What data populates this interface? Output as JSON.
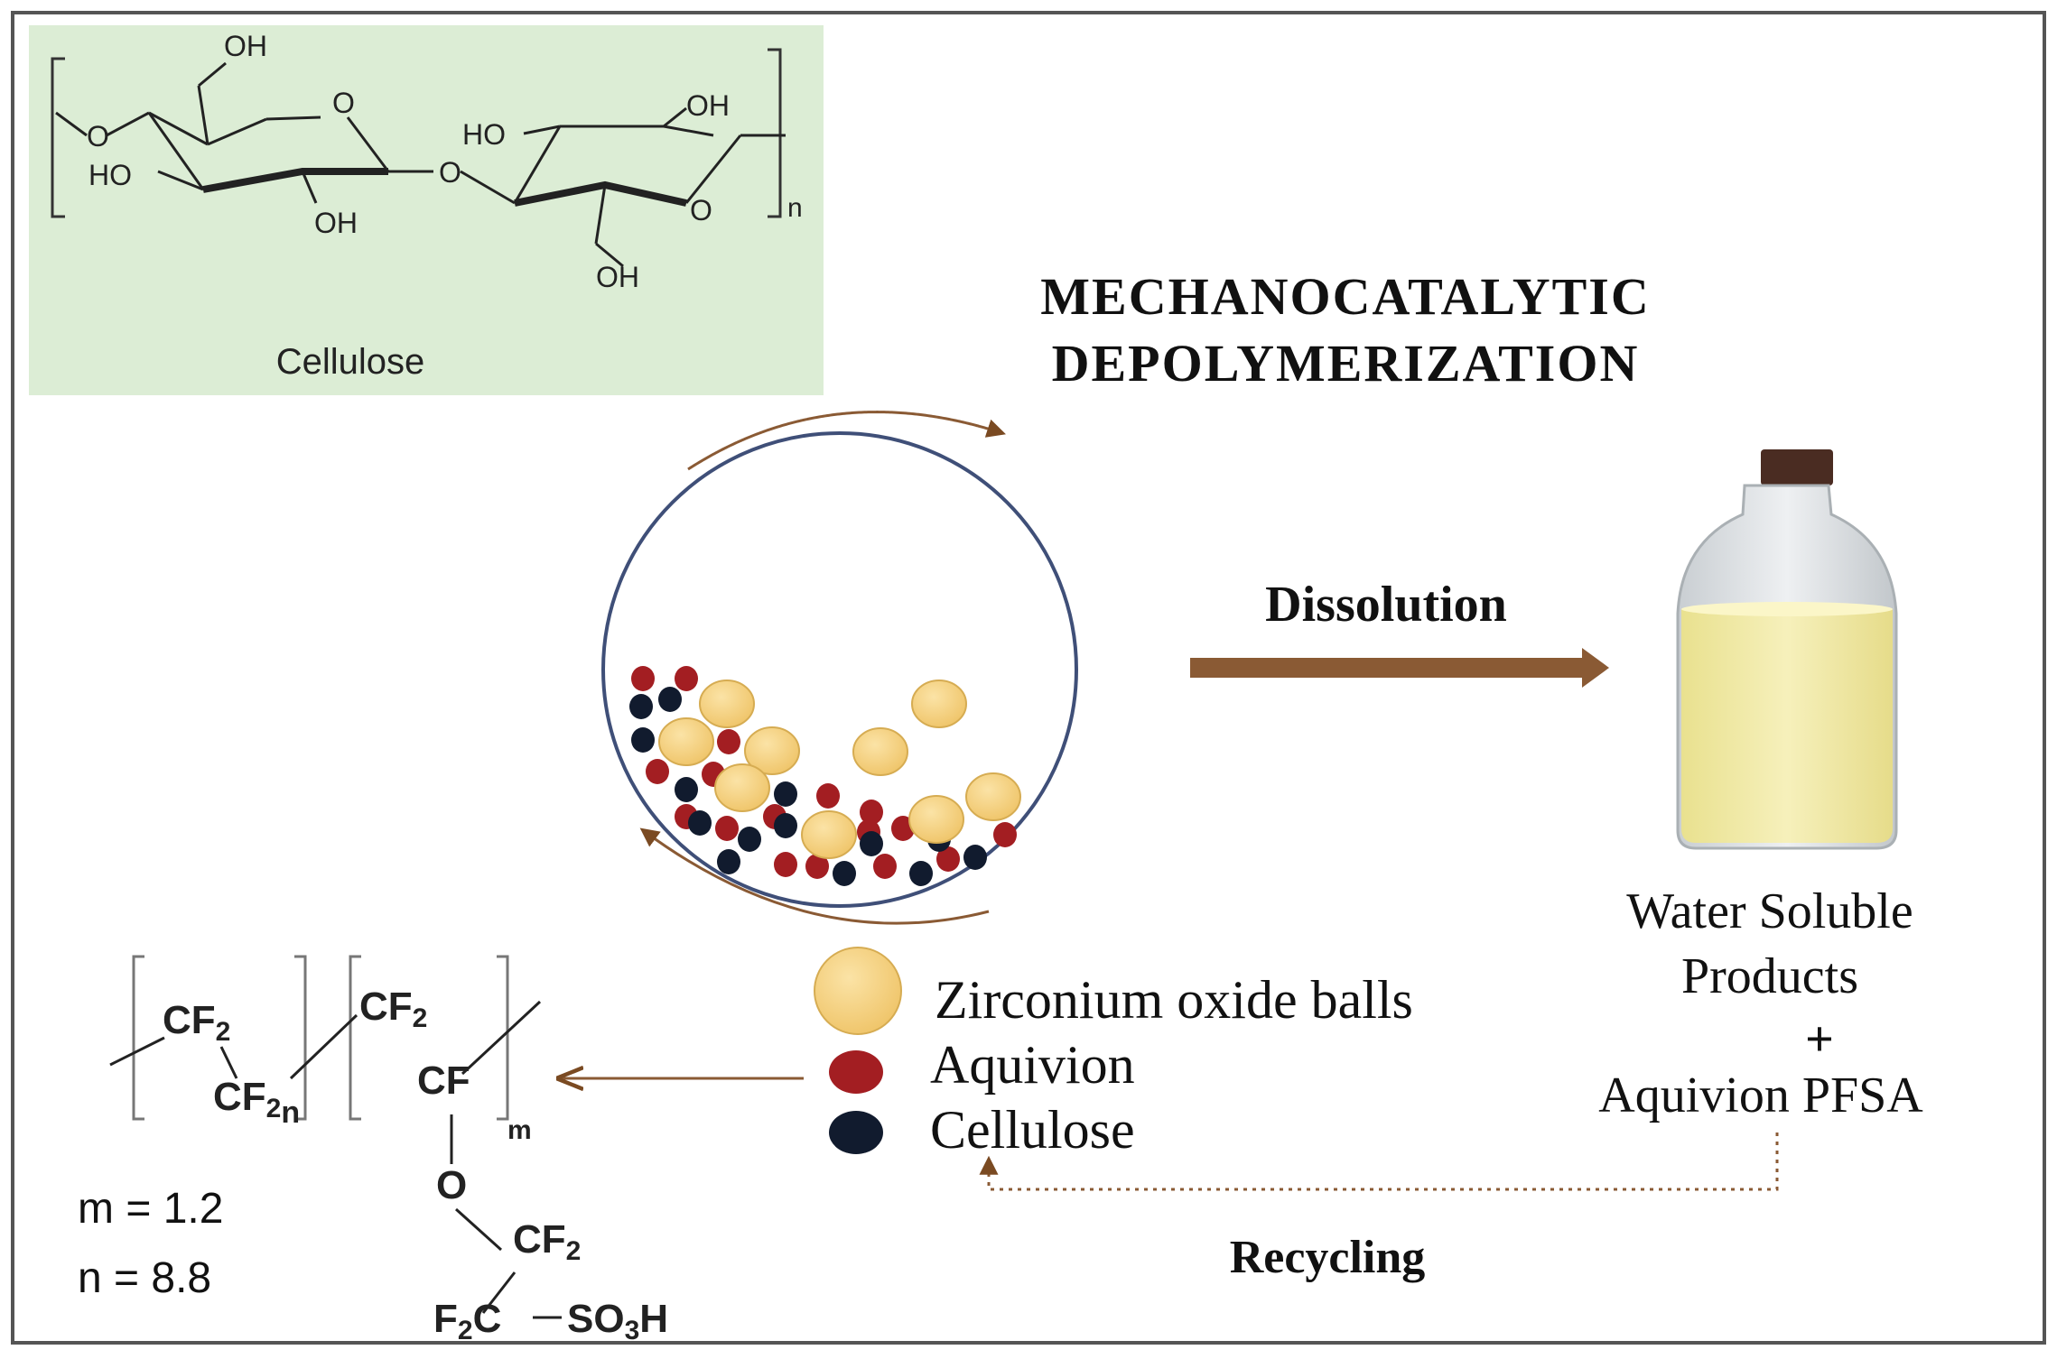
{
  "cellulose_box": {
    "caption": "Cellulose",
    "labels": {
      "oh_top": "OH",
      "o_ring1": "O",
      "ho_left": "HO",
      "oh_bottom1": "OH",
      "o_bridge": "O",
      "ho_ring2": "HO",
      "oh_ring2": "OH",
      "o_ring2": "O",
      "oh_bottom2": "OH",
      "o_left": "O",
      "n_sub": "n"
    }
  },
  "title": {
    "line1": "MECHANOCATALYTIC",
    "line2": "DEPOLYMERIZATION"
  },
  "arrows": {
    "dissolution": "Dissolution",
    "recycling": "Recycling"
  },
  "products": {
    "line1": "Water Soluble",
    "line2": "Products",
    "plus": "+",
    "line3": "Aquivion PFSA"
  },
  "legend": [
    {
      "label": "Zirconium oxide balls",
      "color": "#f4cd78"
    },
    {
      "label": "Aquivion",
      "color": "#a31e22"
    },
    {
      "label": "Cellulose",
      "color": "#111b2e"
    }
  ],
  "aquivion_structure": {
    "cf2_a": "CF",
    "cf2_a_sub": "2",
    "cf2_b": "CF",
    "cf2_b_sub": "2",
    "n_sub": "n",
    "cf2_c": "CF",
    "cf2_c_sub": "2",
    "cf": "CF",
    "m_sub": "m",
    "o": "O",
    "cf2_d": "CF",
    "cf2_d_sub": "2",
    "f2c": "F",
    "f2c_sub": "2",
    "f2c_c": "C",
    "so3h": "SO",
    "so3h_sub": "3",
    "so3h_h": "H"
  },
  "params": {
    "m": "m = 1.2",
    "n": "n = 8.8"
  },
  "colors": {
    "arrow_brown": "#7a4a22",
    "cellulose_bg": "#dcedd5",
    "ball": "#f4cd78",
    "aquivion": "#a31e22",
    "cellulose_dot": "#111b2e",
    "liquid": "#f1eaa8",
    "cap": "#4a2c22"
  }
}
